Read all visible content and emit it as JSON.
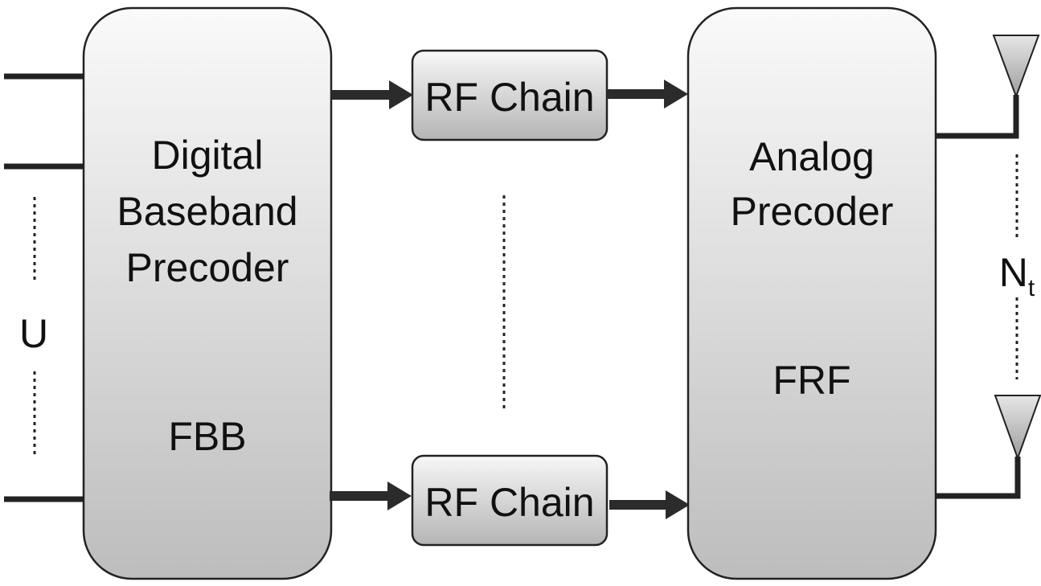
{
  "blocks": {
    "digital": {
      "title_lines": [
        "Digital",
        "Baseband",
        "Precoder"
      ],
      "symbol": "FBB"
    },
    "analog": {
      "title_lines": [
        "Analog",
        "Precoder"
      ],
      "symbol": "FRF"
    },
    "rf_chain_top": {
      "label": "RF Chain"
    },
    "rf_chain_bottom": {
      "label": "RF Chain"
    }
  },
  "labels": {
    "streams": "U",
    "antennas_main": "N",
    "antennas_sub": "t"
  },
  "colors": {
    "block_top": "#fafafa",
    "block_bottom": "#bdbdbd",
    "stroke": "#222222",
    "arrow": "#2b2b2b",
    "antenna_fill_top": "#e6e6e6",
    "antenna_fill_bottom": "#9e9e9e"
  }
}
